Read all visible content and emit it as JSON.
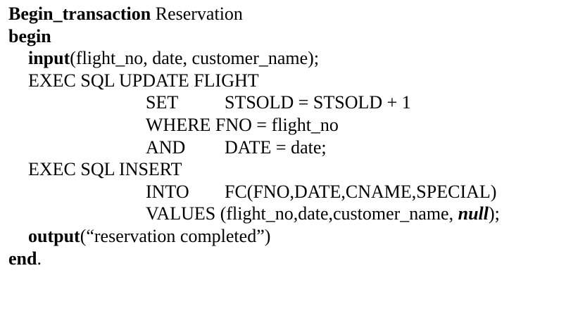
{
  "document": {
    "l1": {
      "kw": "Begin_transaction",
      "name": " Reservation"
    },
    "l2": {
      "kw": "begin"
    },
    "l3": {
      "kw": "input",
      "args": "(flight_no, date, customer_name);"
    },
    "l4": {
      "text": "EXEC SQL UPDATE FLIGHT"
    },
    "l5": {
      "kw": "SET",
      "expr": "STSOLD = STSOLD + 1"
    },
    "l6": {
      "kw": "WHERE",
      "expr": "FNO = flight_no"
    },
    "l7": {
      "kw": "AND",
      "expr": "DATE = date;"
    },
    "l8": {
      "text": "EXEC SQL INSERT"
    },
    "l9": {
      "kw": "INTO",
      "expr": "FC(FNO,DATE,CNAME,SPECIAL)"
    },
    "l10": {
      "kw": "VALUES",
      "expr": "(flight_no,date,customer_name, ",
      "null": "null",
      "tail": ");"
    },
    "l11": {
      "kw": "output",
      "args": "(“reservation completed”)"
    },
    "l12": {
      "kw": "end",
      "tail": "."
    }
  }
}
